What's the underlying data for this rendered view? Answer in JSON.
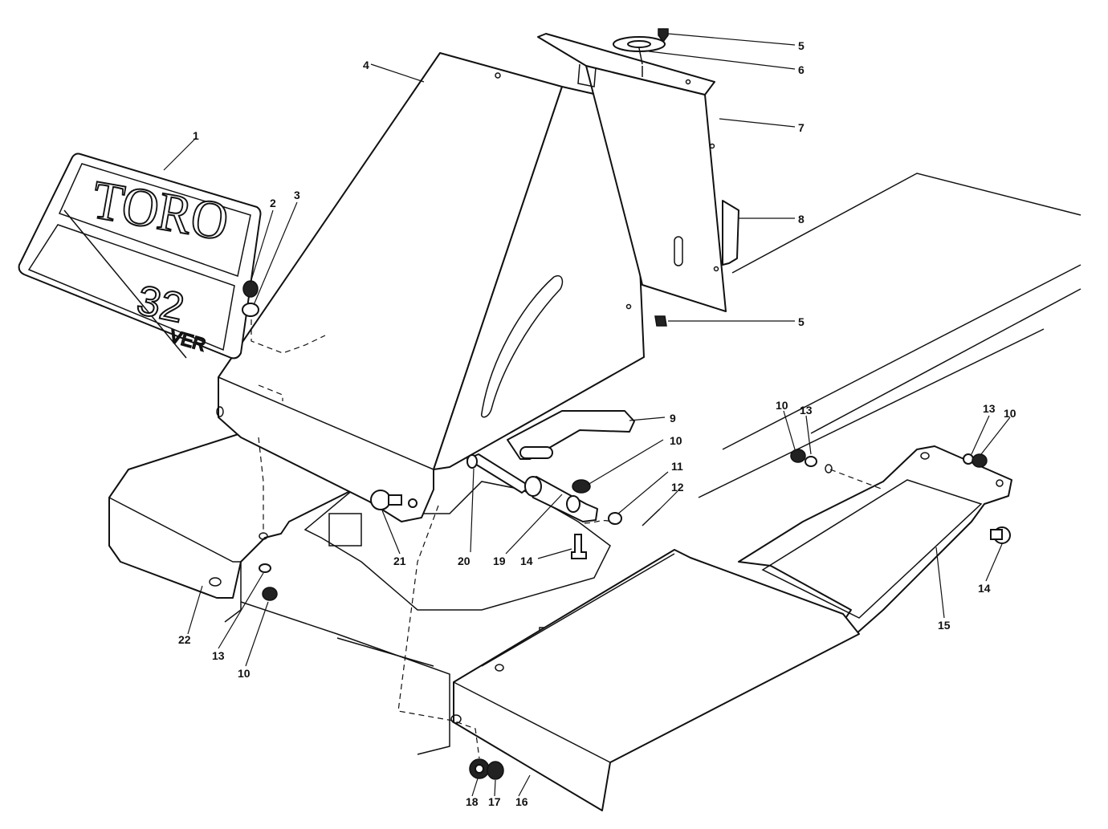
{
  "decal": {
    "brand": "TORO",
    "model_number": "32",
    "word_fragment": "VER"
  },
  "callouts": [
    "1",
    "2",
    "3",
    "4",
    "5",
    "6",
    "7",
    "8",
    "5",
    "9",
    "10",
    "11",
    "12",
    "14",
    "19",
    "20",
    "21",
    "10",
    "13",
    "13",
    "10",
    "14",
    "15",
    "22",
    "13",
    "10",
    "16",
    "17",
    "18"
  ]
}
